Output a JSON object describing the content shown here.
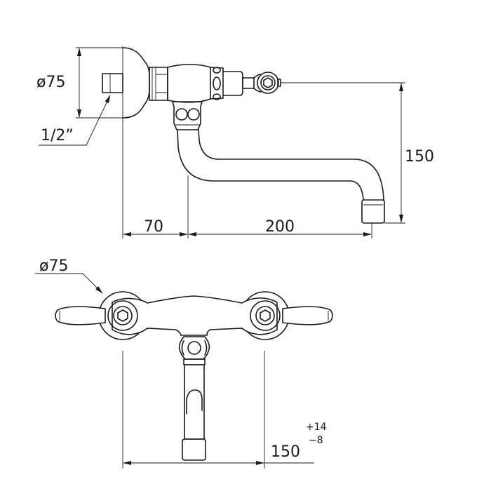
{
  "side_view": {
    "rosette_diameter": "ø75",
    "connection_size": "1/2”",
    "spout_height": "150",
    "wall_to_spout": "70",
    "spout_reach": "200"
  },
  "top_view": {
    "rosette_diameter": "ø75",
    "center_distance": "150",
    "tolerance_plus": "+14",
    "tolerance_minus": "−8"
  }
}
